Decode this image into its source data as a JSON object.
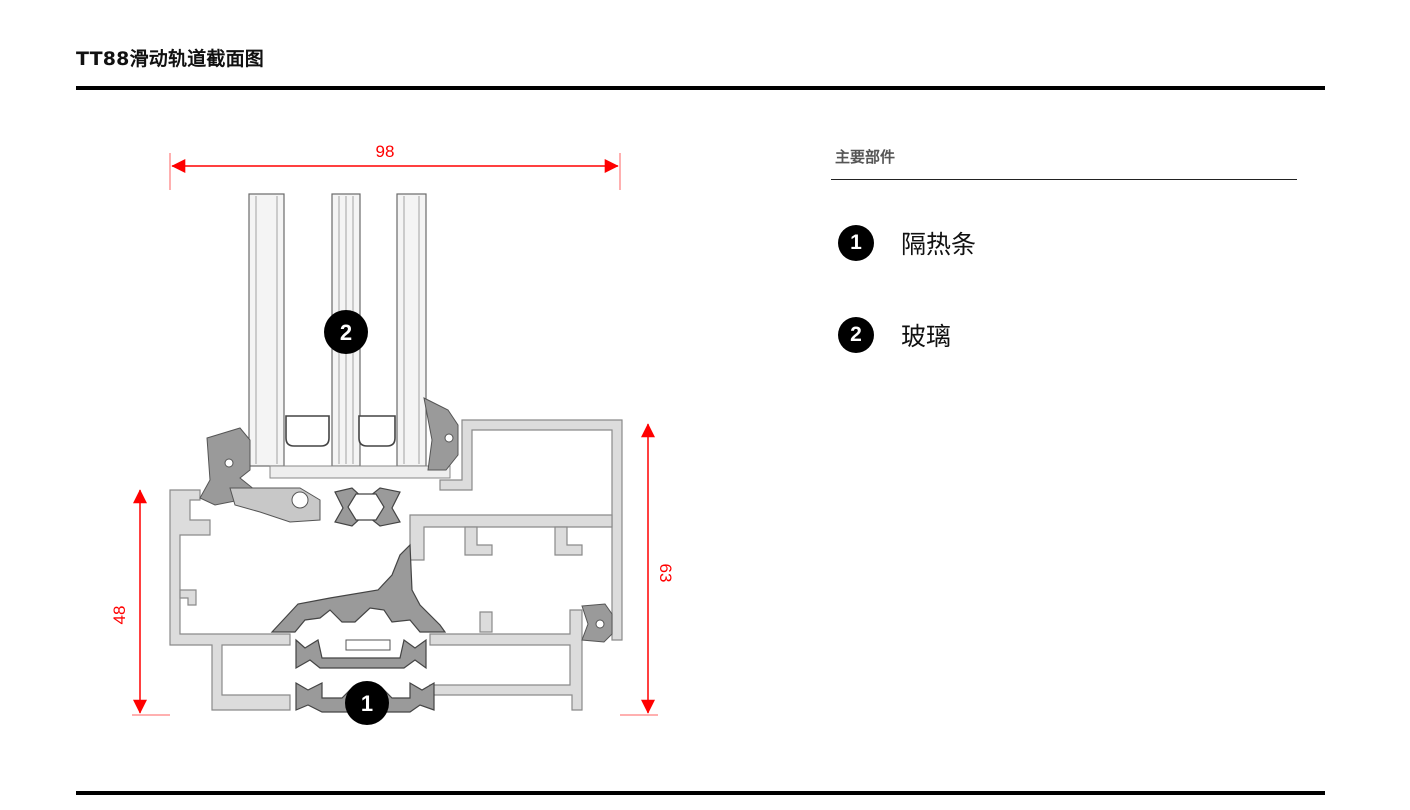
{
  "page": {
    "title": "TT88滑动轨道截面图"
  },
  "legend": {
    "heading": "主要部件",
    "items": [
      {
        "number": "1",
        "label": "隔热条"
      },
      {
        "number": "2",
        "label": "玻璃"
      }
    ]
  },
  "diagram": {
    "dimensions": {
      "width": "98",
      "height_left": "48",
      "height_right": "63"
    },
    "callouts": [
      {
        "number": "1"
      },
      {
        "number": "2"
      }
    ],
    "colors": {
      "dimension": "#ff0000",
      "insulation_strip": "#999999",
      "profile": "#dcdcdc",
      "glass": "#f4f4f4"
    }
  }
}
